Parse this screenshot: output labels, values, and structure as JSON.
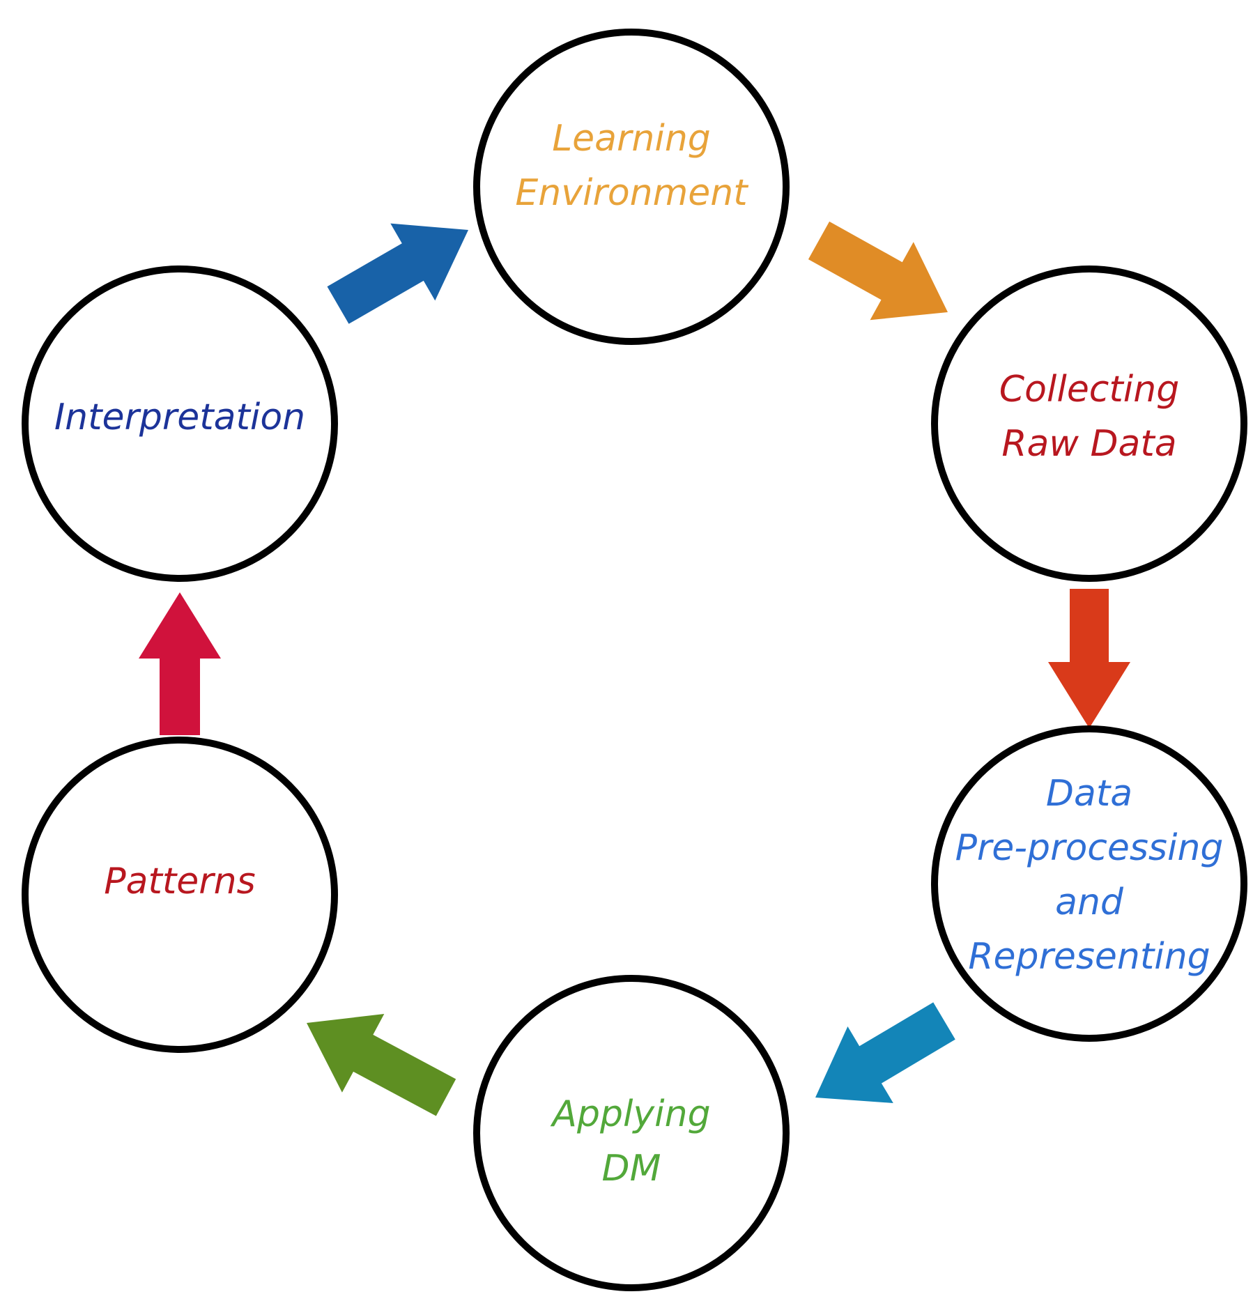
{
  "nodes": [
    {
      "id": "learning-environment",
      "lines": [
        "Learning",
        "Environment"
      ],
      "color": "#E8A33A"
    },
    {
      "id": "collecting-raw-data",
      "lines": [
        "Collecting",
        "Raw Data"
      ],
      "color": "#B8171F"
    },
    {
      "id": "data-preprocessing",
      "lines": [
        "Data",
        "Pre-processing",
        "and",
        "Representing"
      ],
      "color": "#2F6FD6"
    },
    {
      "id": "applying-dm",
      "lines": [
        "Applying",
        "DM"
      ],
      "color": "#52A83A"
    },
    {
      "id": "patterns",
      "lines": [
        "Patterns"
      ],
      "color": "#B8171F"
    },
    {
      "id": "interpretation",
      "lines": [
        "Interpretation"
      ],
      "color": "#1C3399"
    }
  ],
  "arrows": [
    {
      "from": "learning-environment",
      "to": "collecting-raw-data",
      "color": "#E08C26"
    },
    {
      "from": "collecting-raw-data",
      "to": "data-preprocessing",
      "color": "#D93A1A"
    },
    {
      "from": "data-preprocessing",
      "to": "applying-dm",
      "color": "#1385B8"
    },
    {
      "from": "applying-dm",
      "to": "patterns",
      "color": "#5E8F22"
    },
    {
      "from": "patterns",
      "to": "interpretation",
      "color": "#D0123C"
    },
    {
      "from": "interpretation",
      "to": "learning-environment",
      "color": "#1862A8"
    }
  ],
  "stroke_color": "#000000"
}
